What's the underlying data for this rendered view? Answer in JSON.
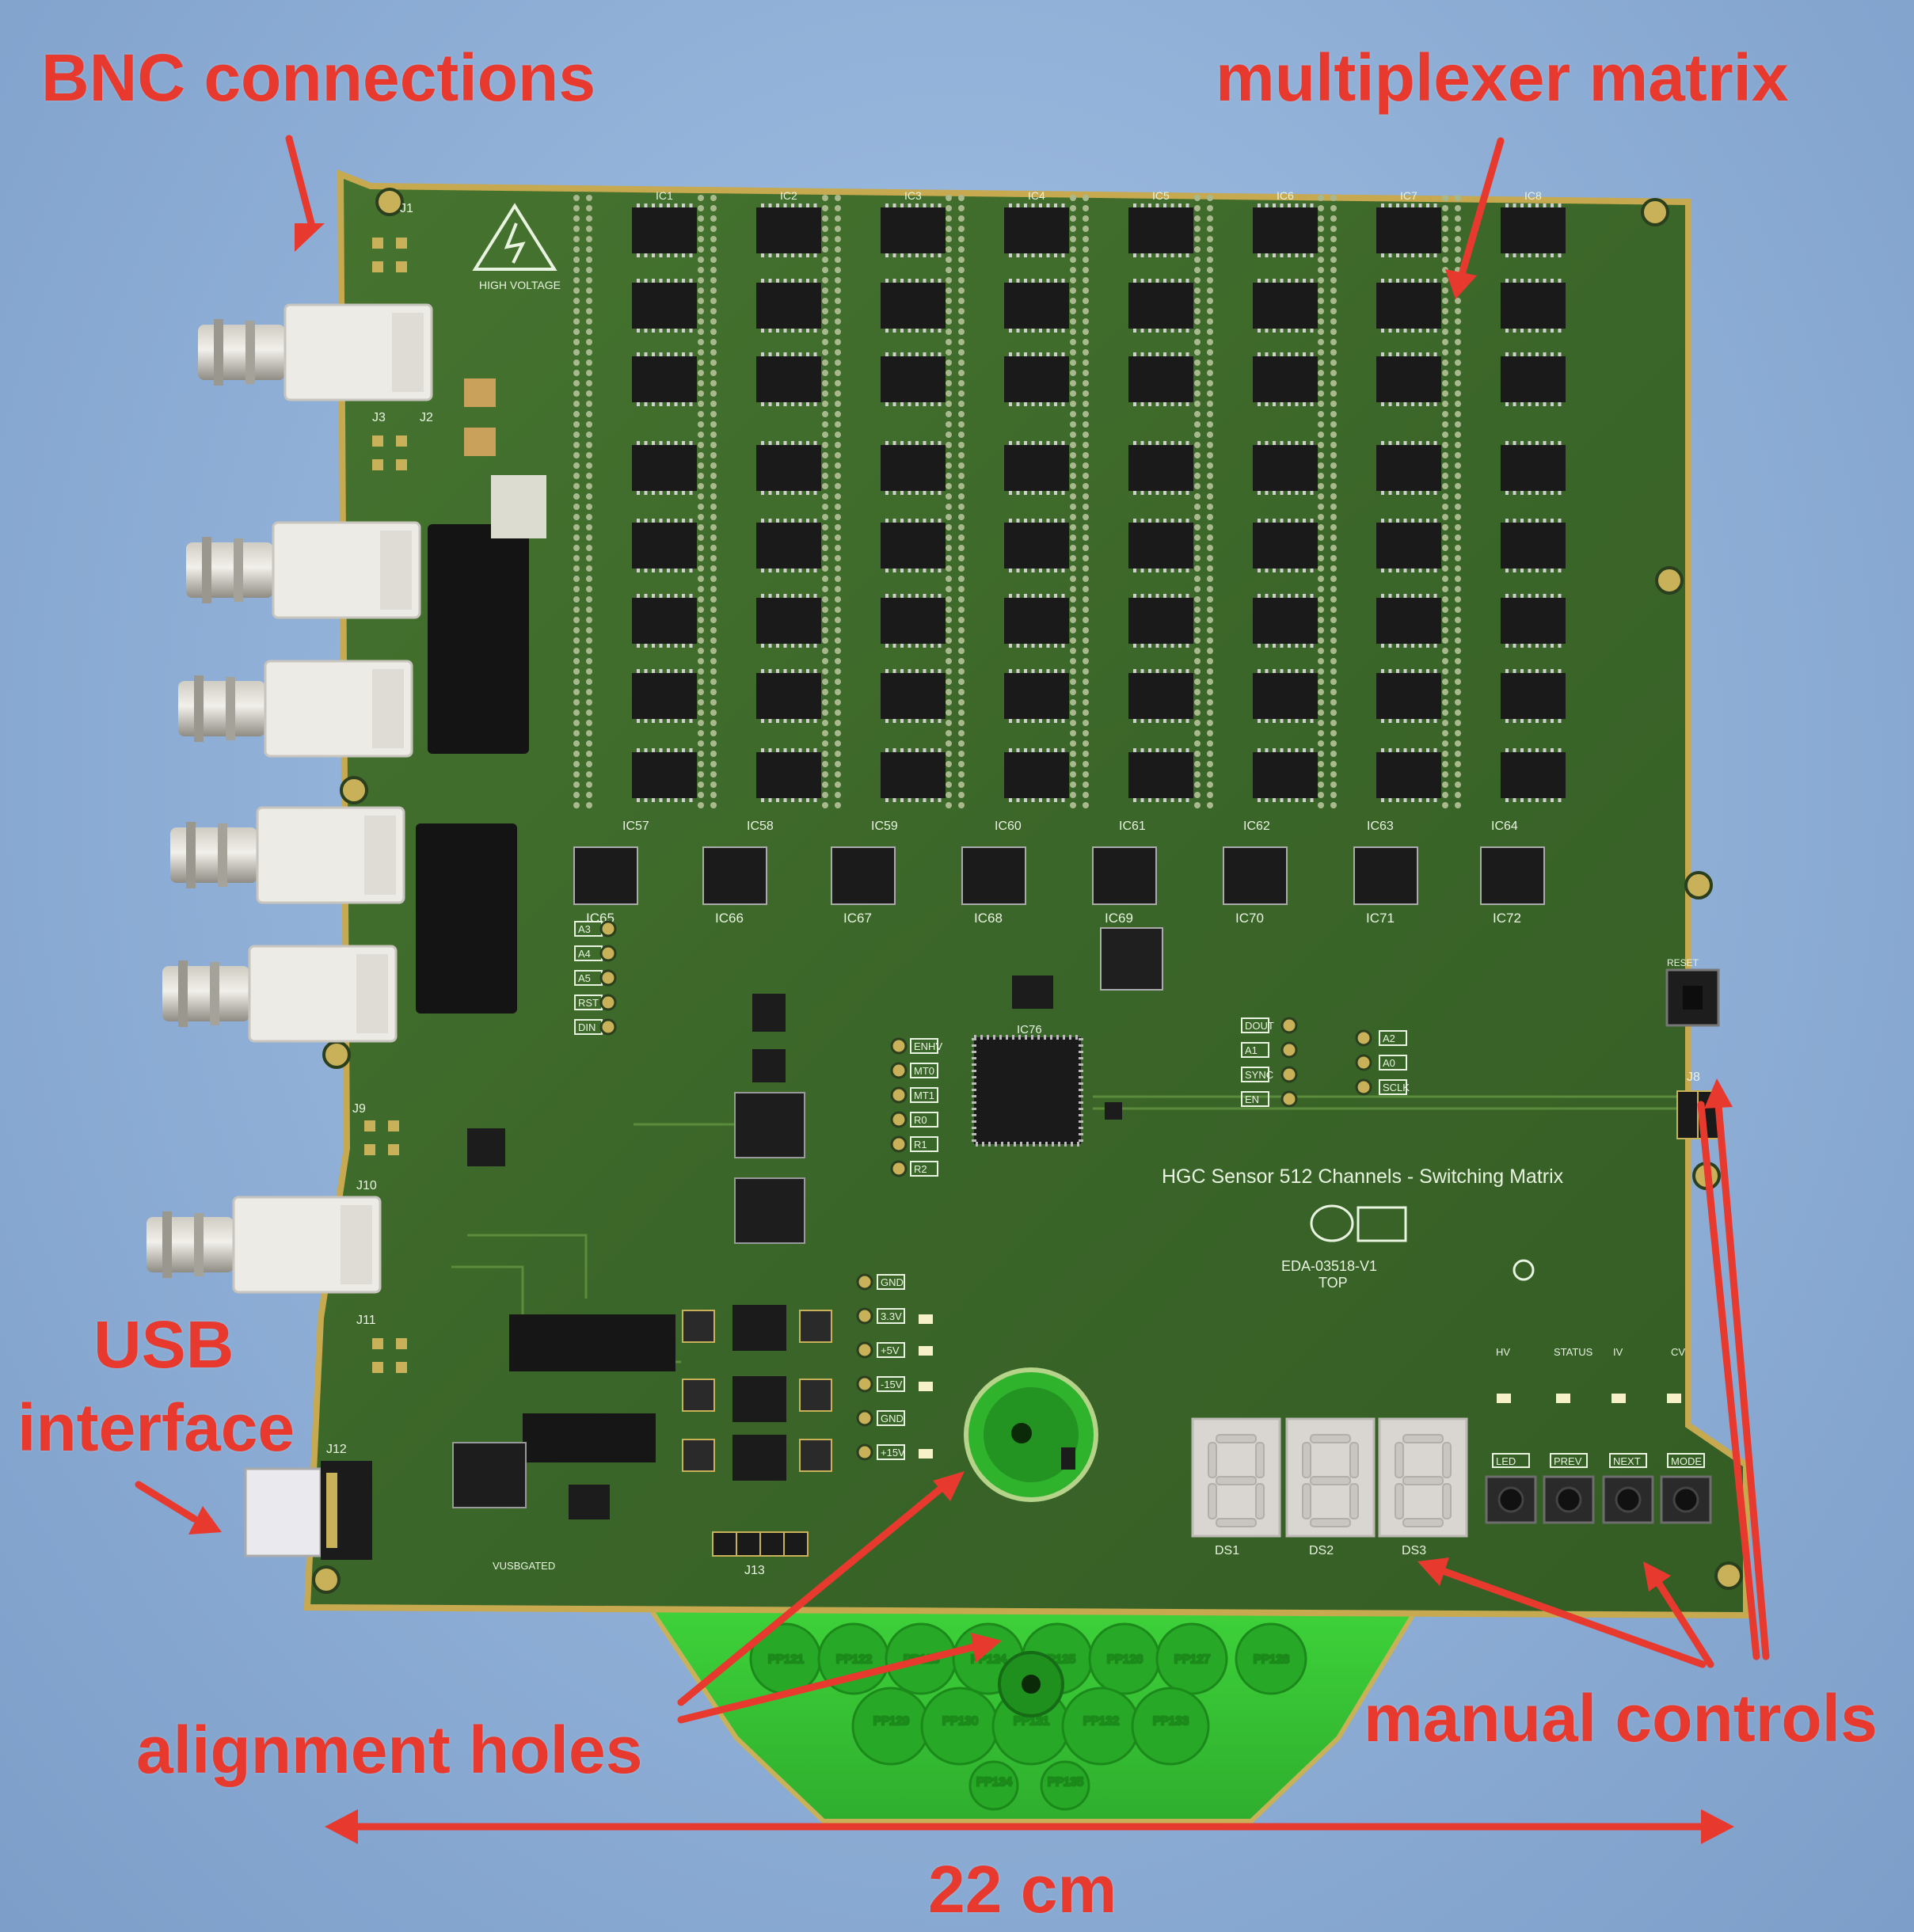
{
  "annotations": {
    "bnc": "BNC connections",
    "mux": "multiplexer matrix",
    "usb_line1": "USB",
    "usb_line2": "interface",
    "alignment": "alignment holes",
    "manual": "manual controls",
    "dimension": "22 cm"
  },
  "silkscreen": {
    "board_title": "HGC Sensor 512 Channels - Switching Matrix",
    "board_id": "EDA-03518-V1",
    "board_side": "TOP",
    "high_voltage": "HIGH VOLTAGE",
    "mux_top_row": [
      "IC1",
      "IC2",
      "IC3",
      "IC4",
      "IC5",
      "IC6",
      "IC7",
      "IC8"
    ],
    "mux_bottom_row": [
      "IC57",
      "IC58",
      "IC59",
      "IC60",
      "IC61",
      "IC62",
      "IC63",
      "IC64"
    ],
    "driver_row": [
      "IC65",
      "IC66",
      "IC67",
      "IC68",
      "IC69",
      "IC70",
      "IC71",
      "IC72"
    ],
    "central_chip": "IC76",
    "displays": [
      "DS1",
      "DS2",
      "DS3"
    ],
    "buttons": [
      "LED",
      "PREV",
      "NEXT",
      "MODE"
    ],
    "leds": [
      "HV",
      "STATUS",
      "IV",
      "CV"
    ],
    "reset_label": "RESET",
    "test_points_left": [
      "A3",
      "A4",
      "A5",
      "RST",
      "DIN"
    ],
    "test_points_mid": [
      "ENHV",
      "MT0",
      "MT1",
      "R0",
      "R1",
      "R2"
    ],
    "test_points_right_a": [
      "DOUT",
      "A1",
      "SYNC",
      "EN"
    ],
    "test_points_right_b": [
      "A2",
      "A0",
      "SCLK"
    ],
    "power_labels": [
      "GND",
      "3.3V",
      "+5V",
      "-15V",
      "GND",
      "+15V"
    ],
    "connectors": [
      "J1",
      "J2",
      "J3",
      "J9",
      "J10",
      "J11",
      "J12",
      "J13",
      "J8"
    ],
    "vusb_label": "VUSBGATED",
    "pads_row1": [
      "PP121",
      "PP122",
      "PP123",
      "PP124",
      "PP125",
      "PP126",
      "PP127",
      "PP128"
    ],
    "pads_row2": [
      "PP129",
      "PP130",
      "PP131",
      "PP132",
      "PP133"
    ],
    "pads_row3": [
      "PP134",
      "PP135"
    ]
  },
  "colors": {
    "annotation": "#e8392f",
    "background": "#8fb1d9",
    "pcb": "#3d6a2a",
    "pcb_bright": "#3fc83a",
    "chip": "#1c1c1c",
    "bnc_body": "#e9e7df",
    "bnc_metal": "#b9b6ad"
  }
}
